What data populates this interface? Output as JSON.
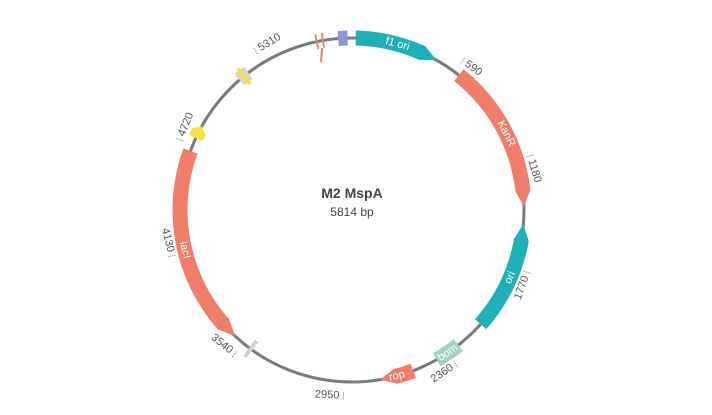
{
  "plasmid": {
    "name": "M2 MspA",
    "size_label": "5814 bp",
    "length": 5814
  },
  "ticks": [
    {
      "label": "590",
      "pos": 590
    },
    {
      "label": "1180",
      "pos": 1180
    },
    {
      "label": "1770",
      "pos": 1770
    },
    {
      "label": "2360",
      "pos": 2360
    },
    {
      "label": "2950",
      "pos": 2950
    },
    {
      "label": "3540",
      "pos": 3540
    },
    {
      "label": "4130",
      "pos": 4130
    },
    {
      "label": "4720",
      "pos": 4720
    },
    {
      "label": "5310",
      "pos": 5310
    }
  ],
  "features": [
    {
      "name": "f1 ori",
      "start": 20,
      "end": 475,
      "direction": "forward",
      "color": "#1FAFB7",
      "show_label": true
    },
    {
      "name": "KanR",
      "start": 620,
      "end": 1435,
      "direction": "forward",
      "color": "#F07D6A",
      "show_label": true
    },
    {
      "name": "ori",
      "start": 1530,
      "end": 2125,
      "direction": "reverse",
      "color": "#1FAFB7",
      "show_label": true
    },
    {
      "name": "bom",
      "start": 2290,
      "end": 2430,
      "direction": "none",
      "color": "#9FD4C1",
      "show_label": true
    },
    {
      "name": "rop",
      "start": 2570,
      "end": 2755,
      "direction": "forward",
      "color": "#F07D6A",
      "show_label": true
    },
    {
      "name": "lacI",
      "start": 3600,
      "end": 4685,
      "direction": "reverse",
      "color": "#F07D6A",
      "show_label": true
    },
    {
      "name": "",
      "start": 4760,
      "end": 4830,
      "direction": "forward",
      "color": "#F7E04A",
      "show_label": false
    },
    {
      "name": "",
      "start": 5155,
      "end": 5215,
      "direction": "none",
      "color": "#D4D4D4",
      "show_label": false
    },
    {
      "name": "",
      "start": 5740,
      "end": 5790,
      "direction": "none",
      "color": "#8C95DB",
      "show_label": false
    },
    {
      "name": "",
      "start": 5618,
      "end": 5628,
      "direction": "none",
      "color": "#F07D6A",
      "show_label": false
    },
    {
      "name": "",
      "start": 5652,
      "end": 5662,
      "direction": "none",
      "color": "#F07D6A",
      "show_label": false
    }
  ],
  "markers": [
    {
      "pos": 3490,
      "color": "#CFCFCF"
    },
    {
      "pos": 5185,
      "color": "#F7E04A"
    }
  ]
}
